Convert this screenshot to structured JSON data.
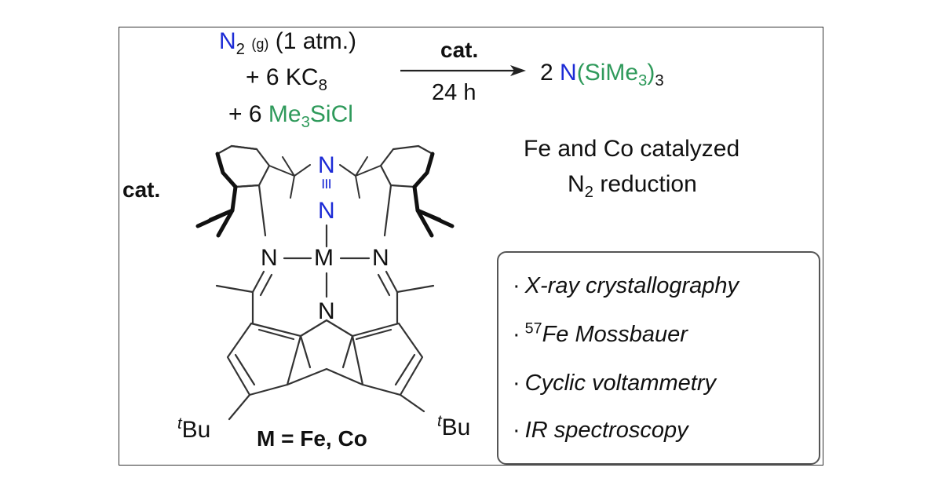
{
  "reaction": {
    "reactant_n2": "N",
    "reactant_n2_sub": "2",
    "reactant_phase": "(g)",
    "reactant_pressure": "(1 atm.)",
    "reagent1_prefix": "+ 6 KC",
    "reagent1_sub": "8",
    "reagent2_prefix": "+ 6 ",
    "reagent2_me": "Me",
    "reagent2_sub": "3",
    "reagent2_si": "SiCl",
    "arrow_above": "cat.",
    "arrow_below": "24 h",
    "product_coef": "2 ",
    "product_n": "N",
    "product_open": "(SiMe",
    "product_sub3": "3",
    "product_close": ")",
    "product_sub3b": "3"
  },
  "caption": {
    "line1": "Fe and Co catalyzed",
    "line2_n": "N",
    "line2_sub": "2",
    "line2_rest": " reduction"
  },
  "structure": {
    "cat_label": "cat.",
    "n_top": "N",
    "triple": "≡",
    "n_mid": "N",
    "n_left": "N",
    "metal": "M",
    "n_right": "N",
    "n_center": "N",
    "tbu_left_sup": "t",
    "tbu_left": "Bu",
    "tbu_right_sup": "t",
    "tbu_right": "Bu",
    "metal_def": "M = Fe, Co"
  },
  "techniques": {
    "bullet": "·",
    "items": [
      "X-ray crystallography",
      "Fe Mossbauer",
      "Cyclic voltammetry",
      "IR spectroscopy"
    ],
    "mossbauer_sup": "57"
  },
  "colors": {
    "nitrogen": "#1c2bd6",
    "silicon": "#2f9a5b"
  }
}
